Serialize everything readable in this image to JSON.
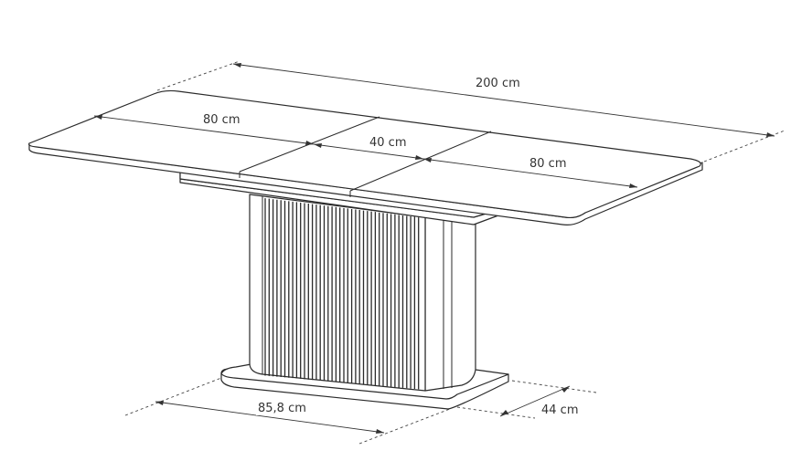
{
  "title": "Extendable dining table dimensions",
  "dimensions": {
    "total_length": "200 cm",
    "left_leaf": "80 cm",
    "middle_leaf": "40 cm",
    "right_leaf": "80 cm",
    "base_length": "85,8 cm",
    "base_depth": "44 cm"
  }
}
